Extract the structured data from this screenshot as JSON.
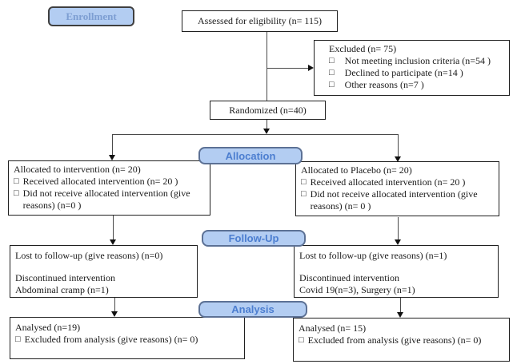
{
  "glyphs": {
    "checkbox": "□"
  },
  "colors": {
    "badge_fill": "#b3cdf2",
    "badge_border": "#5c7195",
    "badge_text": "#4c7ed0",
    "enrollment_text": "#7d9ed2",
    "box_border": "#1f1f1f",
    "line": "#4a4a4a"
  },
  "badges": {
    "enrollment": "Enrollment",
    "allocation": "Allocation",
    "follow_up": "Follow-Up",
    "analysis": "Analysis"
  },
  "boxes": {
    "assessed": {
      "text": "Assessed for eligibility (n= 115)"
    },
    "excluded": {
      "title": "Excluded (n= 75)",
      "items": [
        "Not meeting inclusion criteria (n=54 )",
        "Declined to participate (n=14 )",
        "Other reasons (n=7 )"
      ]
    },
    "randomized": {
      "text": "Randomized (n=40)"
    },
    "allocated_intervention": {
      "title": "Allocated to intervention (n= 20)",
      "items": [
        "Received allocated intervention (n= 20 )",
        "Did not receive allocated intervention (give reasons) (n=0 )"
      ]
    },
    "allocated_placebo": {
      "title": "Allocated to Placebo (n= 20)",
      "items": [
        "Received allocated intervention (n= 20 )",
        "Did not receive allocated intervention (give reasons) (n= 0 )"
      ]
    },
    "followup_intervention": {
      "line1": "Lost to follow-up (give reasons) (n=0)",
      "line2": "Discontinued intervention",
      "line3": "Abdominal cramp (n=1)"
    },
    "followup_placebo": {
      "line1": "Lost to follow-up (give reasons) (n=1)",
      "line2": "Discontinued intervention",
      "line3": "Covid 19(n=3), Surgery (n=1)"
    },
    "analysis_intervention": {
      "title": "Analysed (n=19)",
      "items": [
        "Excluded from analysis (give reasons) (n= 0)"
      ]
    },
    "analysis_placebo": {
      "title": "Analysed (n= 15)",
      "items": [
        "Excluded from analysis (give reasons) (n= 0)"
      ]
    }
  }
}
